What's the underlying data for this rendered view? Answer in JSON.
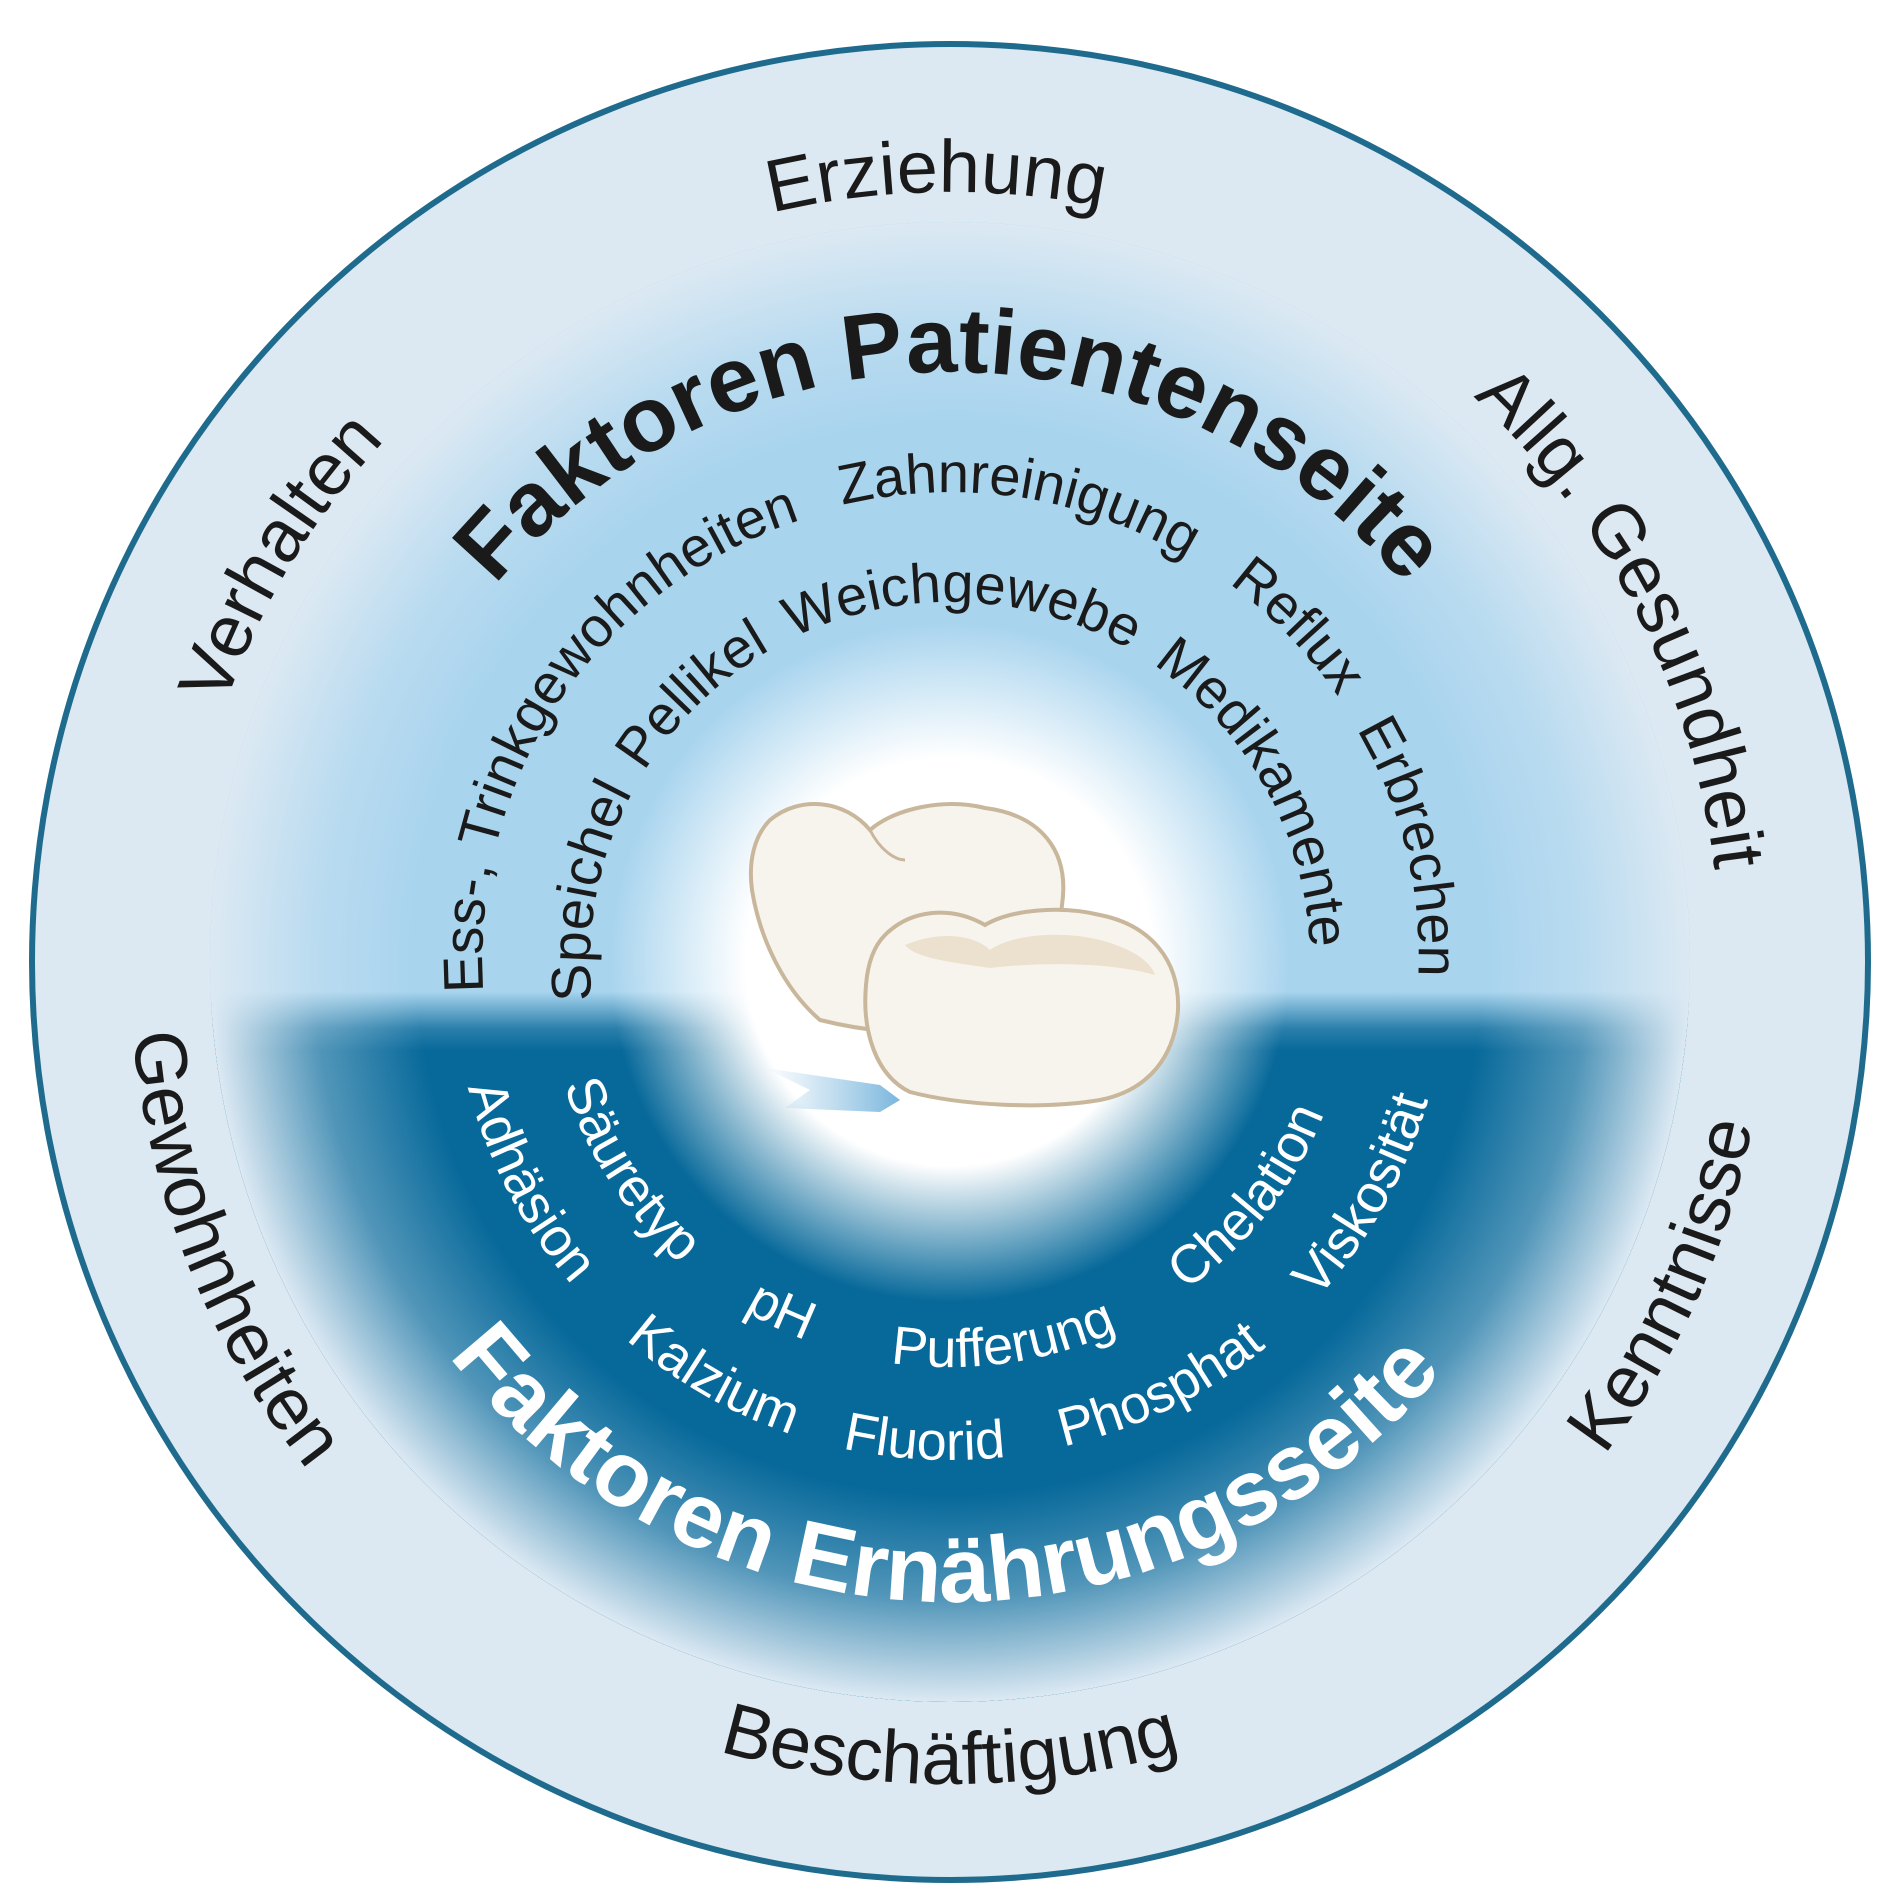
{
  "outer_ring": {
    "items": [
      "Erziehung",
      "Allg. Gesundheit",
      "Kenntnisse",
      "Beschäftigung",
      "Gewohnheiten",
      "Verhalten"
    ]
  },
  "patient_side": {
    "title": "Faktoren Patientenseite",
    "row1": [
      "Ess-, Trinkgewohnheiten",
      "Zahnreinigung",
      "Reflux",
      "Erbrechen"
    ],
    "row2": [
      "Speichel",
      "Pellikel",
      "Weichgewebe",
      "Medikamente"
    ]
  },
  "nutrition_side": {
    "title": "Faktoren Ernährungsseite",
    "row_outer": [
      "Adhäsion",
      "Kalzium",
      "Fluorid",
      "Phosphat",
      "Viskosität"
    ],
    "row_inner": [
      "Säuretyp",
      "pH",
      "Pufferung",
      "Chelation"
    ]
  },
  "colors": {
    "ring": "#dce9f3",
    "border": "#1f6b8e",
    "upper": "#a8d4ee",
    "lower": "#07699a",
    "tooth_fill": "#f7f4ee",
    "tooth_stroke": "#c9b79c"
  }
}
